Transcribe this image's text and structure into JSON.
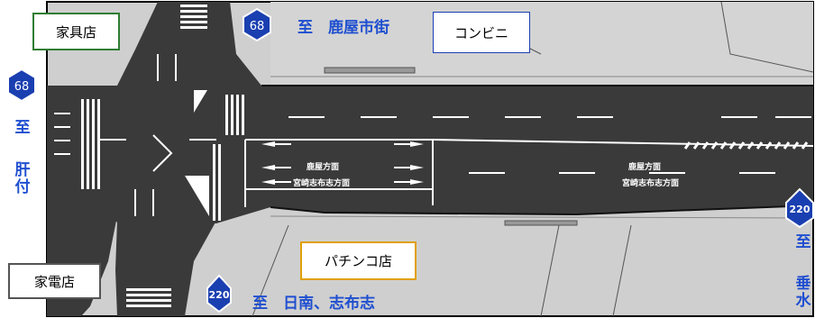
{
  "labels": {
    "furniture_store": "家具店",
    "convenience_store": "コンビニ",
    "pachinko_store": "パチンコ店",
    "electronics_store": "家電店"
  },
  "routes": {
    "route_68_top": "68",
    "route_68_left": "68",
    "route_220_bottom": "220",
    "route_220_right": "220"
  },
  "destinations": {
    "top": "至　鹿屋市街",
    "bottom": "至　日南、志布志",
    "left_to": "至",
    "left_place": "肝付",
    "right_to": "至",
    "right_place": "垂水"
  },
  "road_text": {
    "lane_text_1": "鹿屋方面",
    "lane_text_2": "宮崎志布志方面",
    "lane_text_3": "鹿屋方面",
    "lane_text_4": "宮崎志布志方面"
  },
  "colors": {
    "asphalt": "#3a3a3a",
    "ground": "#cfcfcf",
    "destination_text": "#1f4fd0",
    "route_sign_fill": "#1a3fb0",
    "furniture_border": "#2e7d32",
    "convenience_border": "#1a3fb0",
    "pachinko_border": "#e0a000",
    "electronics_border": "#555555"
  }
}
